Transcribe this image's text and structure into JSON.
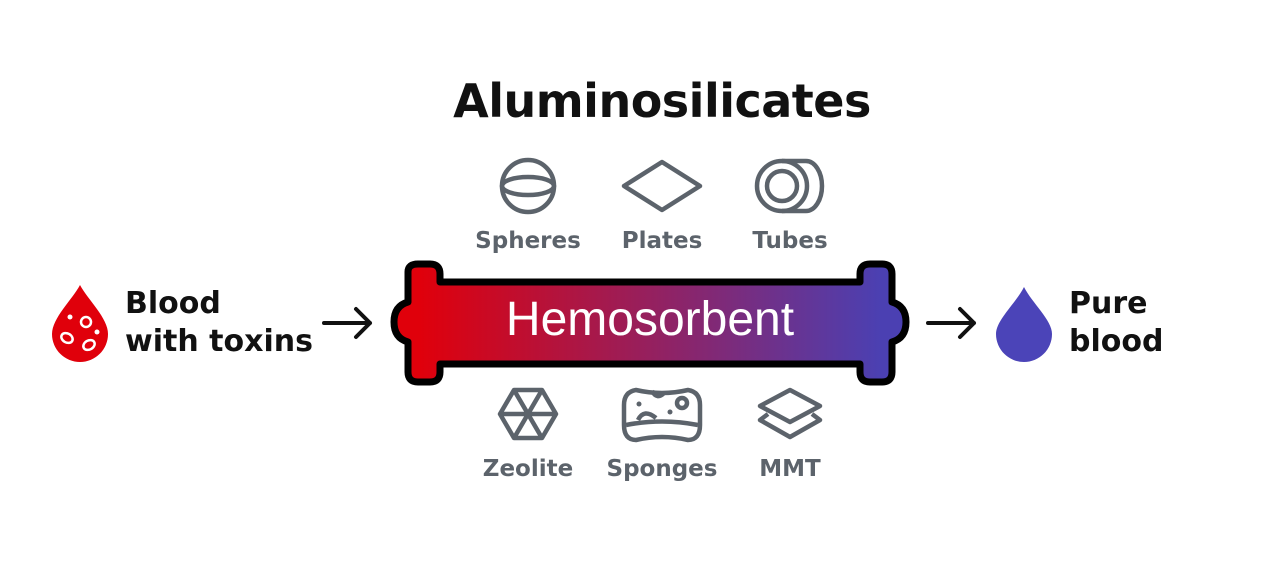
{
  "title": "Aluminosilicates",
  "center_label": "Hemosorbent",
  "input": {
    "line1": "Blood",
    "line2": "with toxins",
    "icon": "blood-drop-toxins-icon",
    "color": "#e0000b"
  },
  "output": {
    "line1": "Pure",
    "line2": "blood",
    "icon": "blood-drop-icon",
    "color": "#4b44b8"
  },
  "forms_top": [
    {
      "label": "Spheres",
      "icon": "sphere-icon"
    },
    {
      "label": "Plates",
      "icon": "plate-icon"
    },
    {
      "label": "Tubes",
      "icon": "tube-icon"
    }
  ],
  "forms_bottom": [
    {
      "label": "Zeolite",
      "icon": "zeolite-icon"
    },
    {
      "label": "Sponges",
      "icon": "sponge-icon"
    },
    {
      "label": "MMT",
      "icon": "mmt-layers-icon"
    }
  ],
  "colors": {
    "gradient_start": "#e0000b",
    "gradient_end": "#4b40b2",
    "icon_gray": "#5c636b"
  }
}
